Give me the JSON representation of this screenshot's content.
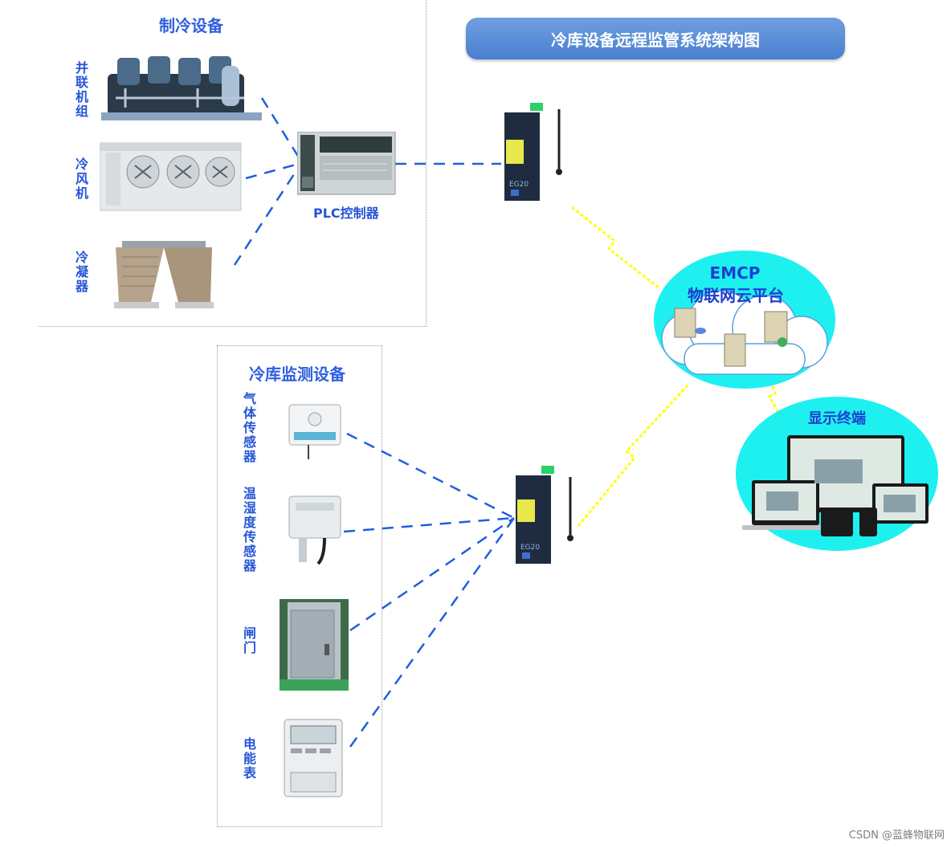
{
  "title": "冷库设备远程监管系统架构图",
  "refrigeration": {
    "title": "制冷设备",
    "items": [
      "并联机组",
      "冷风机",
      "冷凝器"
    ],
    "plc_label": "PLC控制器"
  },
  "monitoring": {
    "title": "冷库监测设备",
    "items": [
      "气体传感器",
      "温湿度传感器",
      "闸门",
      "电能表"
    ]
  },
  "cloud": {
    "line1": "EMCP",
    "line2": "物联网云平台"
  },
  "display": {
    "title": "显示终端"
  },
  "gateway_label": "EG20",
  "watermark": "CSDN @蓝蜂物联网",
  "colors": {
    "accent": "#2555d6",
    "title_bg": "#5b8fd9",
    "cloud_bg": "#1ef0f0",
    "link": "#f0f000"
  }
}
